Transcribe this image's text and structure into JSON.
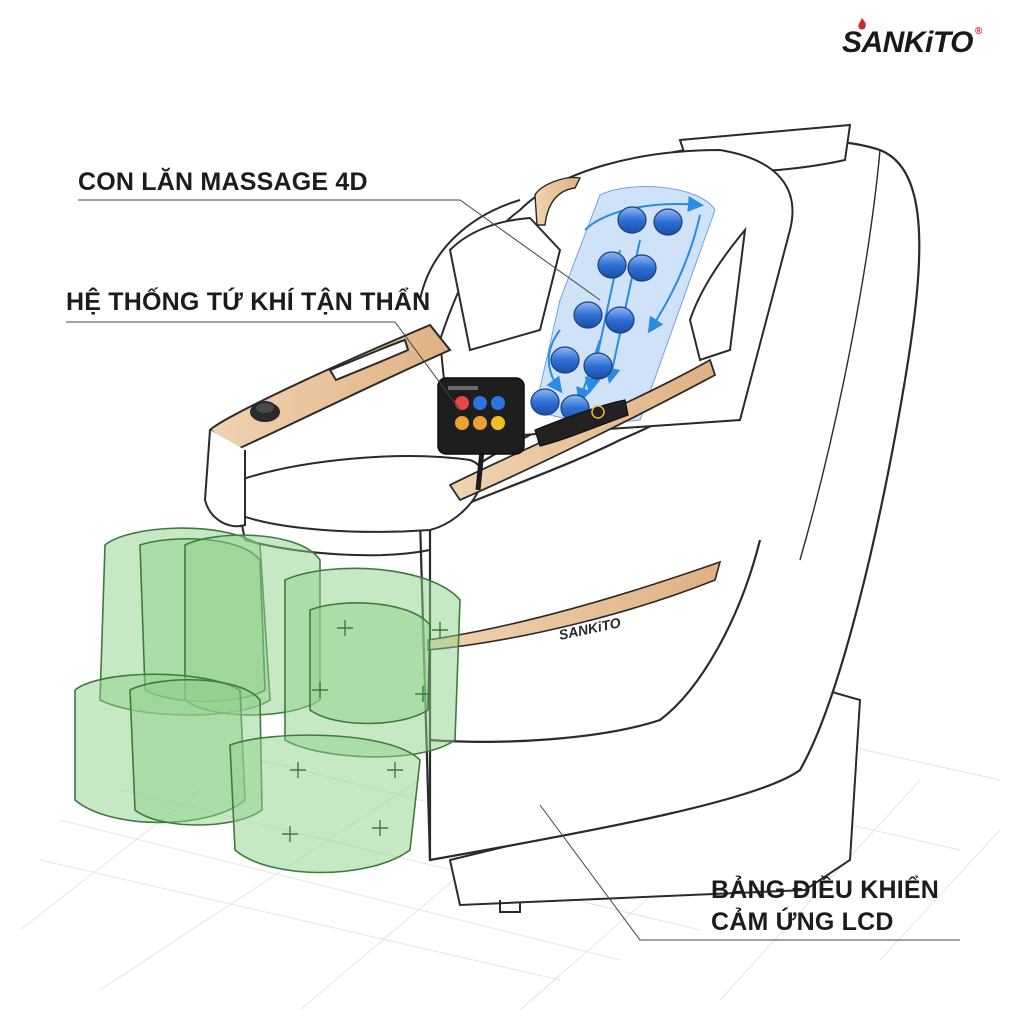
{
  "brand": {
    "logo_text": "SANKiTO",
    "registered_mark": "®",
    "chair_badge": "SANKiTO"
  },
  "callouts": {
    "rollers": "CON LĂN MASSAGE 4D",
    "airbags": "HỆ THỐNG TỨ KHÍ TẬN THẨN",
    "control_panel_line1": "BẢNG ĐIỀU KHIỂN",
    "control_panel_line2": "CẢM ỨNG LCD"
  },
  "colors": {
    "outline": "#2a2a2a",
    "roller_blue": "#2f6fd6",
    "airbag_green": "#7cc97a",
    "wood_accent": "#e3b98d",
    "grid": "#e2e2e2"
  },
  "icons": [
    "roller-icon",
    "airbag-icon",
    "remote-control-icon",
    "knob-icon"
  ]
}
